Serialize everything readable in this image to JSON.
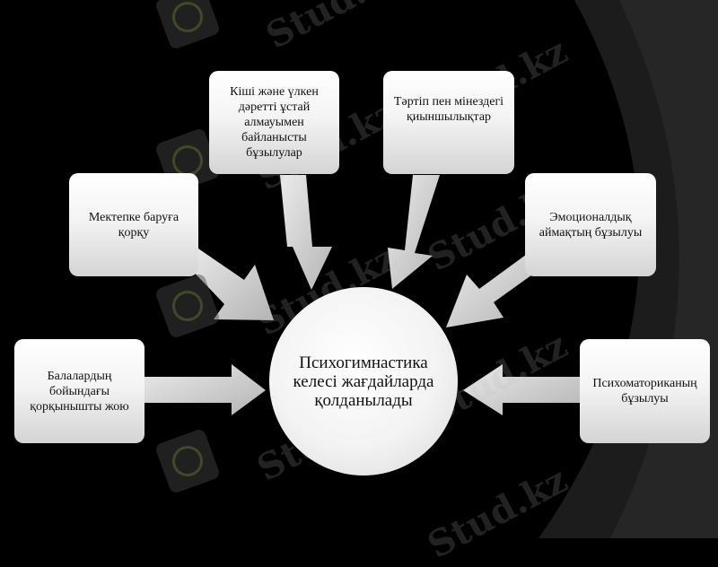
{
  "center": {
    "text": "Психогимнастика келесі жағдайларда қолданылады"
  },
  "boxes": {
    "fear_school": "Мектепке баруға қорқу",
    "toilet": "Кіші және үлкен дәретті ұстай алмауымен байланысты бұзылулар",
    "discipline": "Тәртіп пен мінездегі қиыншылықтар",
    "emotional": "Эмоционалдық аймақтың бұзылуы",
    "fears_children": "Балалардың бойындағы қорқынышты жою",
    "psychomotor": "Психоматориканың бұзылуы"
  },
  "watermark": "Stud.kz",
  "colors": {
    "background": "#000000",
    "box_fill": "#f2f2f2",
    "arrow": "#c8c8c8"
  }
}
